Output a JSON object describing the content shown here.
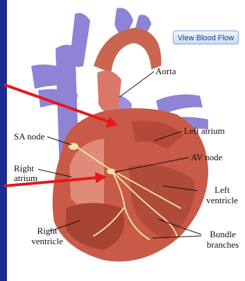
{
  "button": {
    "label": "View Blood Flow"
  },
  "labels": {
    "aorta": "Aorta",
    "left_atrium": "Left atrium",
    "sa_node": "SA node",
    "right_atrium_1": "Right",
    "right_atrium_2": "atrium",
    "av_node": "AV node",
    "left_ventricle_1": "Left",
    "left_ventricle_2": "ventricle",
    "right_ventricle_1": "Right",
    "right_ventricle_2": "ventricle",
    "bundle_branches_1": "Bundle",
    "bundle_branches_2": "branches"
  },
  "colors": {
    "sidebar": "#1c2c93",
    "pointer_arrow": "#e8161a",
    "vessel": "#8f83d6",
    "muscle": "#c95a47",
    "conduction": "#f3e3a0"
  }
}
